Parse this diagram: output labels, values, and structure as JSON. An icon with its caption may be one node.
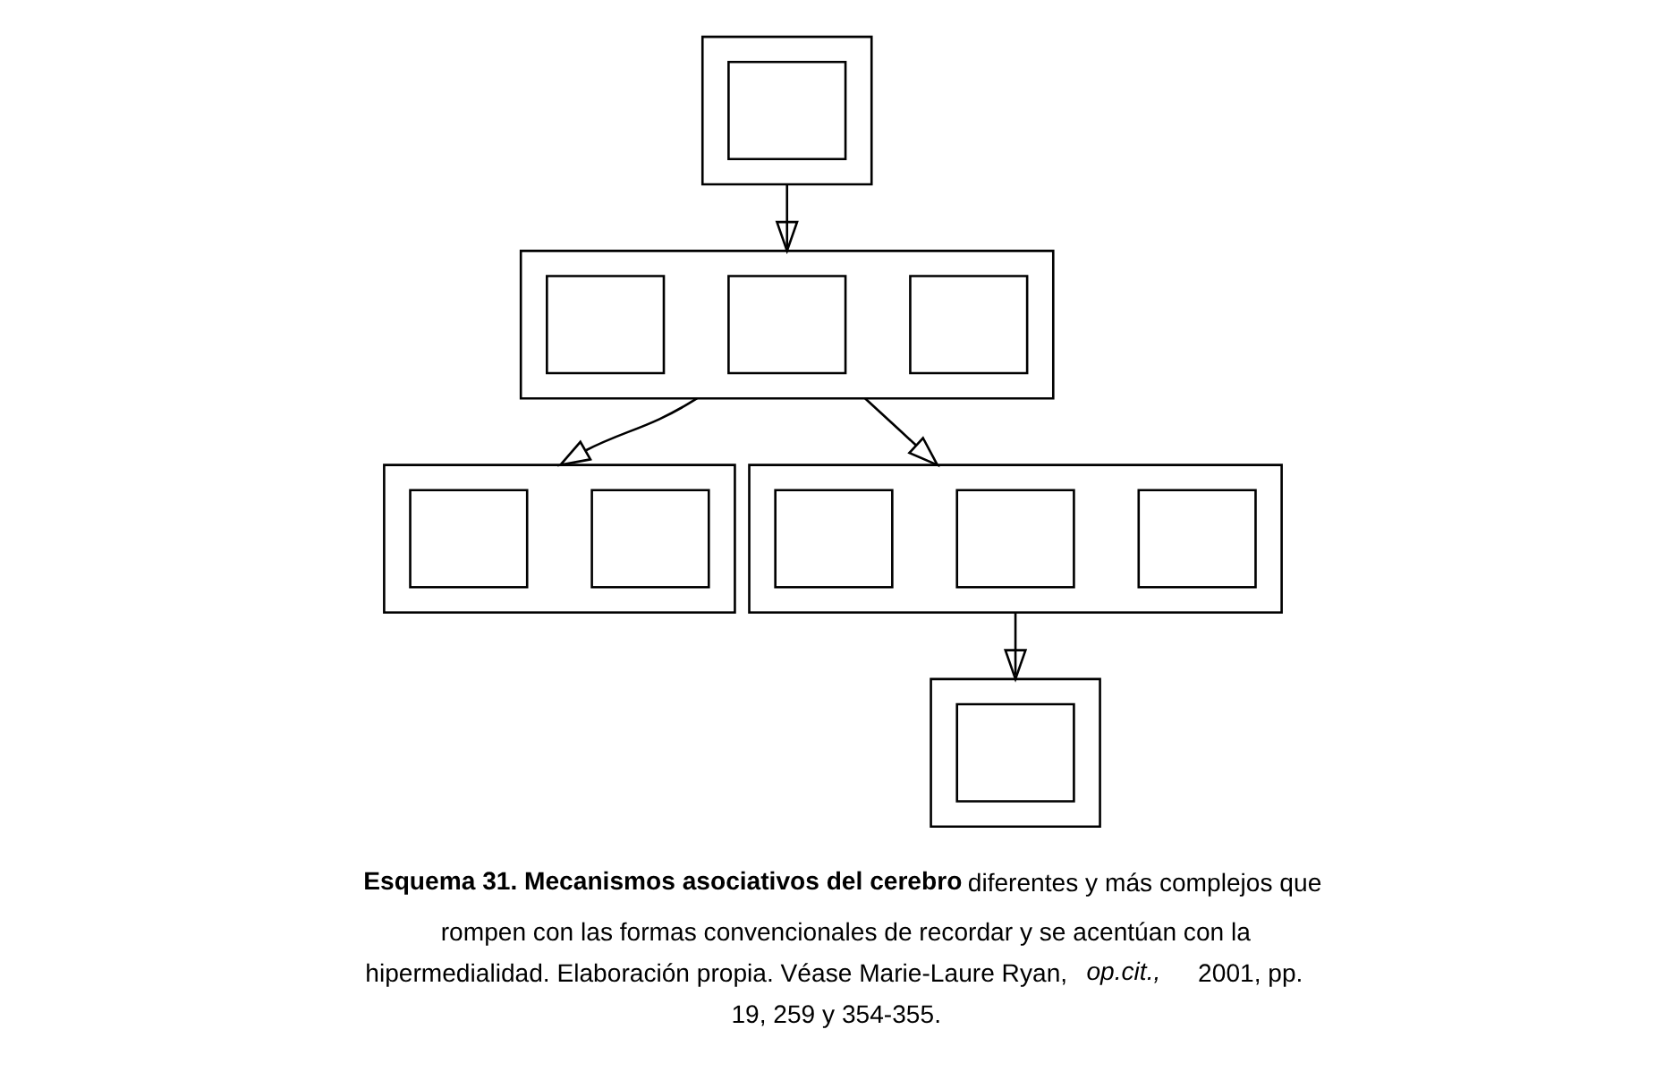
{
  "diagram": {
    "caption": "**Esquema 31.  Mecanismos asociativos del cerebro**  diferentes y más complejos que rompen con las formas convencionales de recordar y se acentúan con la hipermedialidad. Elaboración propia. Véase Marie-Laure Ryan, *op.cit.,* 2001, pp. 19, 259 y 354-355.",
    "nodes": [
      {
        "text": [],
        "shape": "box"
      },
      {
        "text": [],
        "shape": "box",
        "in": 0
      },
      {
        "text": [],
        "shape": "box",
        "in": 0
      },
      {
        "text": [],
        "shape": "box"
      },
      {
        "text": [],
        "shape": "box",
        "in": 3
      },
      {
        "text": [],
        "shape": "box",
        "in": 3
      },
      {
        "text": [],
        "shape": "box",
        "in": 3
      },
      {
        "text": [],
        "shape": "box"
      },
      {
        "text": [],
        "shape": "box",
        "in": 7
      },
      {
        "text": [],
        "shape": "box",
        "in": 7
      },
      {
        "text": [],
        "shape": "box",
        "in": 7
      },
      {
        "text": [],
        "shape": "box"
      },
      {
        "text": [],
        "shape": "box",
        "in": 11
      },
      {
        "text": [],
        "shape": "box"
      },
      {
        "text": [],
        "shape": "box",
        "in": 13
      }
    ],
    "edges": [
      {
        "from": 11,
        "to": 7,
        "arrow": "to"
      },
      {
        "from": 7,
        "to": 0,
        "arrow": "to"
      },
      {
        "from": 7,
        "to": 3,
        "arrow": "to"
      },
      {
        "from": 3,
        "to": 13,
        "arrow": "to"
      }
    ]
  }
}
